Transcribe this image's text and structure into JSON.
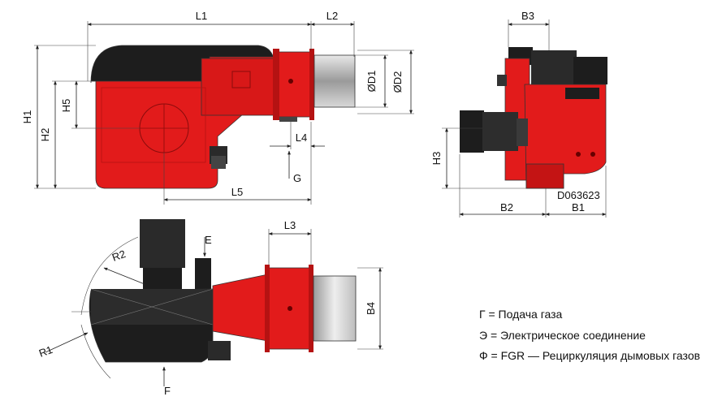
{
  "dimensions": {
    "L1": "L1",
    "L2": "L2",
    "L3": "L3",
    "L4": "L4",
    "L5": "L5",
    "H1": "H1",
    "H2": "H2",
    "H3": "H3",
    "H5": "H5",
    "D1": "ØD1",
    "D2": "ØD2",
    "B1": "B1",
    "B2": "B2",
    "B3": "B3",
    "B4": "B4",
    "R1": "R1",
    "R2": "R2",
    "G": "G",
    "E": "E",
    "F": "F"
  },
  "drawing_code": "D063623",
  "legend": [
    "Г = Подача газа",
    "Э = Электрическое соединение",
    "Ф = FGR — Рециркуляция дымовых газов"
  ],
  "colors": {
    "body_red": "#e21b1b",
    "dark_red": "#a80f0f",
    "black": "#1d1d1d",
    "grey_tube": "#c8c8c8"
  }
}
